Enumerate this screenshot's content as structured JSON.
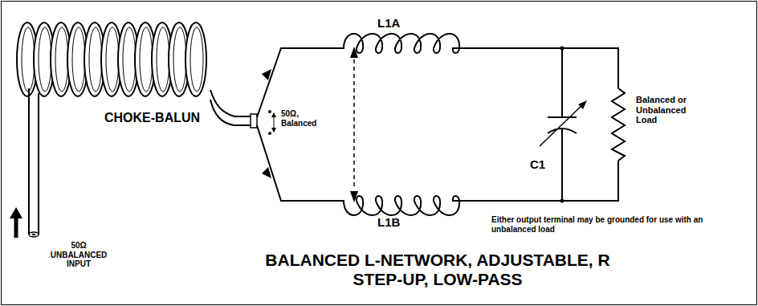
{
  "diagram": {
    "title": "BALANCED L-NETWORK, ADJUSTABLE, R STEP-UP, LOW-PASS",
    "labels": [
      "L1A",
      "L1B",
      "CHOKE-BALUN",
      "50Ω UNBALANCED INPUT",
      "50Ω, Balanced",
      "C1",
      "Balanced or Unbalanced Load",
      "Either output terminal may be grounded for use with an unbalanced load"
    ]
  }
}
